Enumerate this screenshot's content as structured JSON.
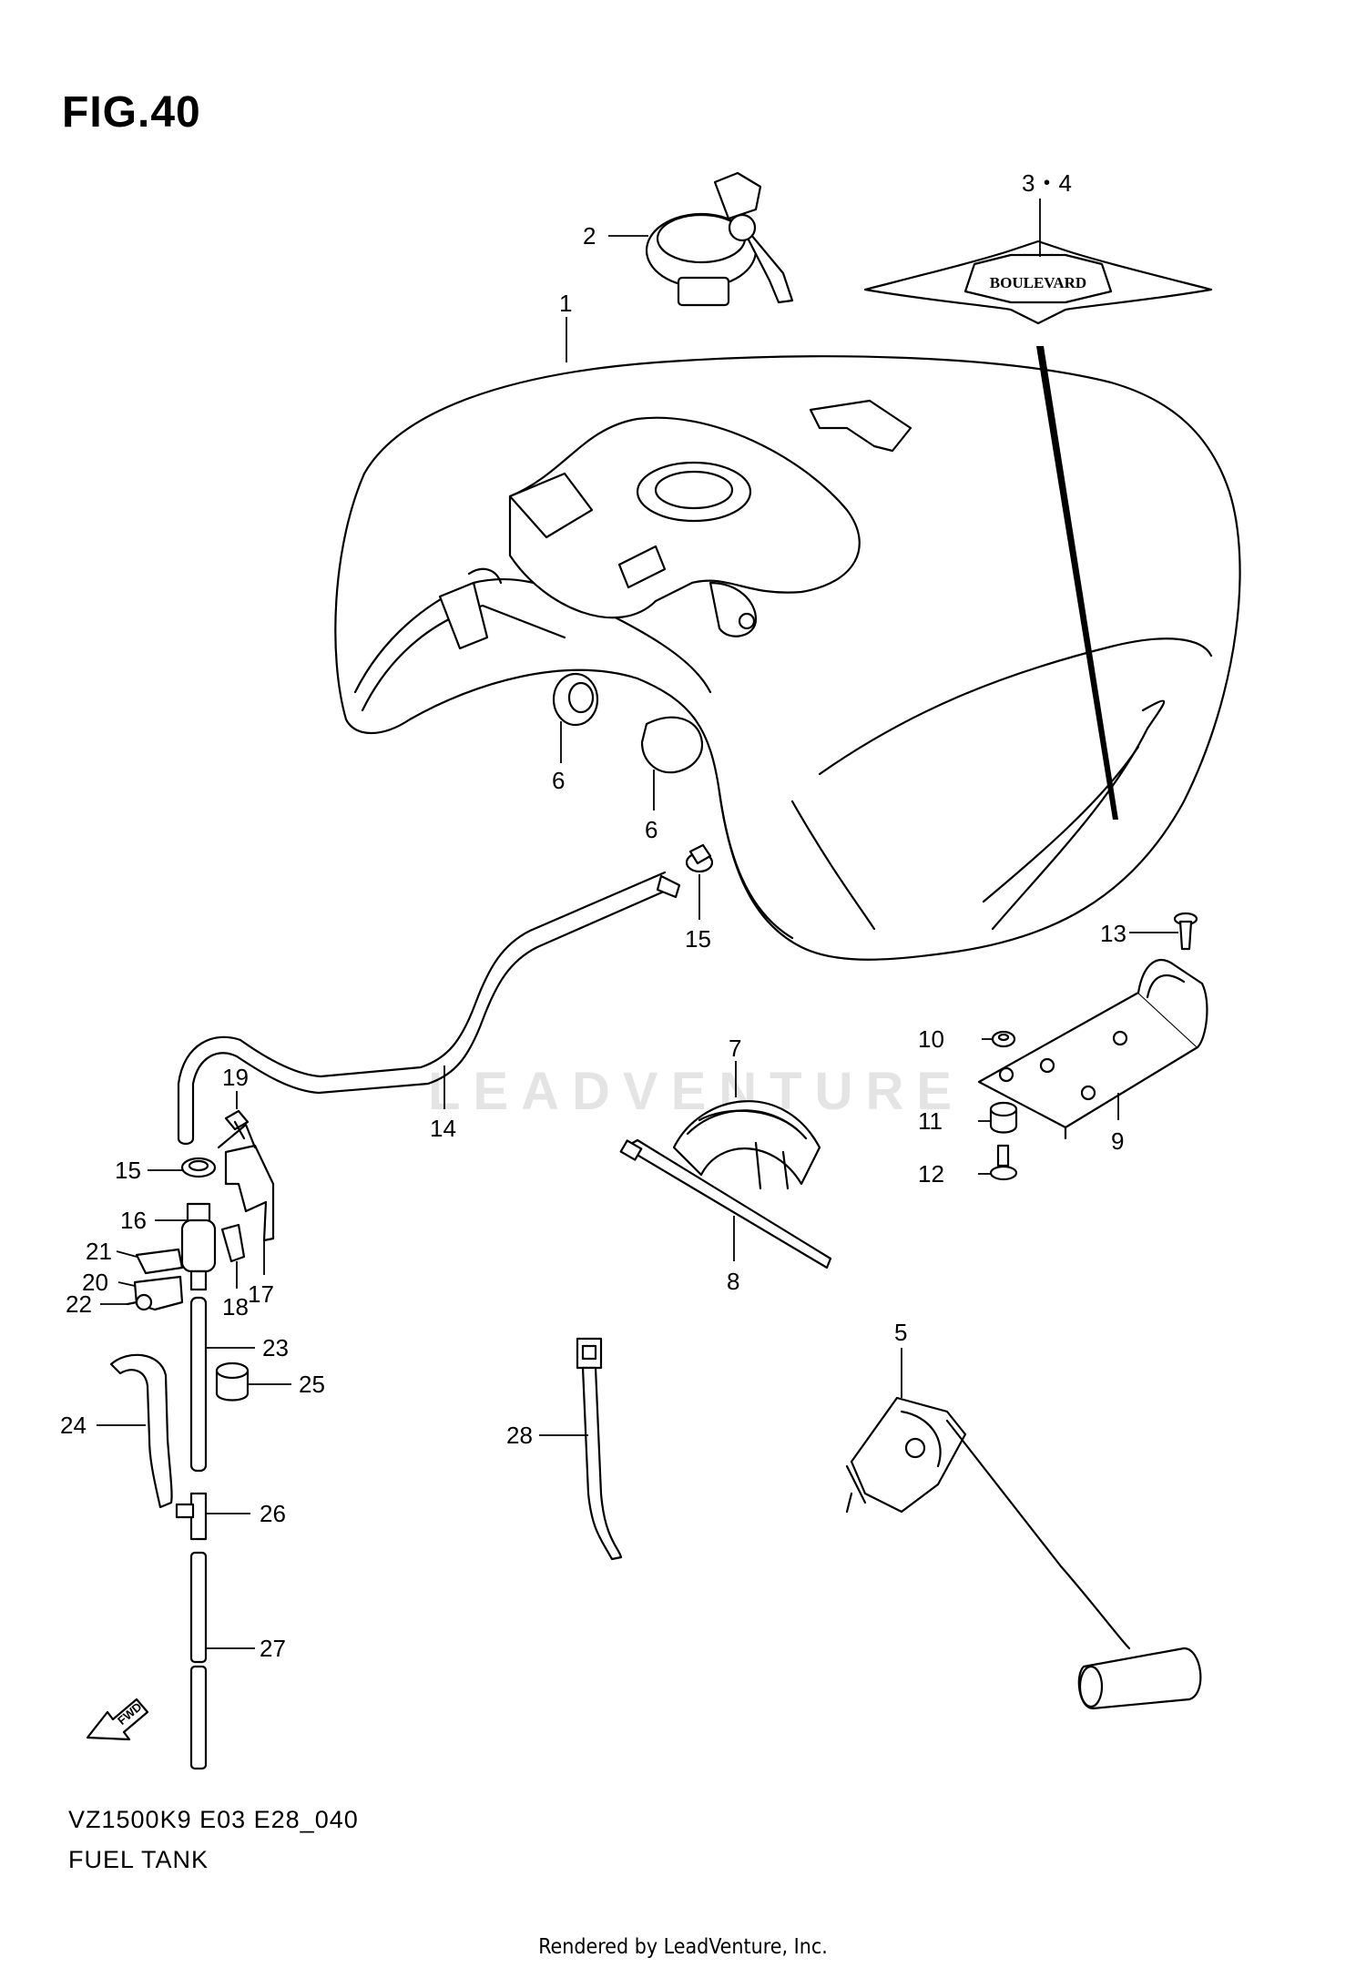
{
  "figure_title": "FIG.40",
  "footer": {
    "model_code": "VZ1500K9 E03 E28_040",
    "section_name": "FUEL TANK",
    "credit": "Rendered by LeadVenture, Inc."
  },
  "watermark": "LEADVENTURE",
  "emblem_text": "BOULEVARD",
  "fwd_text": "FWD",
  "callouts": {
    "c1": "1",
    "c2": "2",
    "c34": "3・4",
    "c5": "5",
    "c6a": "6",
    "c6b": "6",
    "c7": "7",
    "c8": "8",
    "c9": "9",
    "c10": "10",
    "c11": "11",
    "c12": "12",
    "c13": "13",
    "c14": "14",
    "c15a": "15",
    "c15b": "15",
    "c16": "16",
    "c17": "17",
    "c18": "18",
    "c19": "19",
    "c20": "20",
    "c21": "21",
    "c22": "22",
    "c23": "23",
    "c24": "24",
    "c25": "25",
    "c26": "26",
    "c27": "27",
    "c28": "28"
  }
}
